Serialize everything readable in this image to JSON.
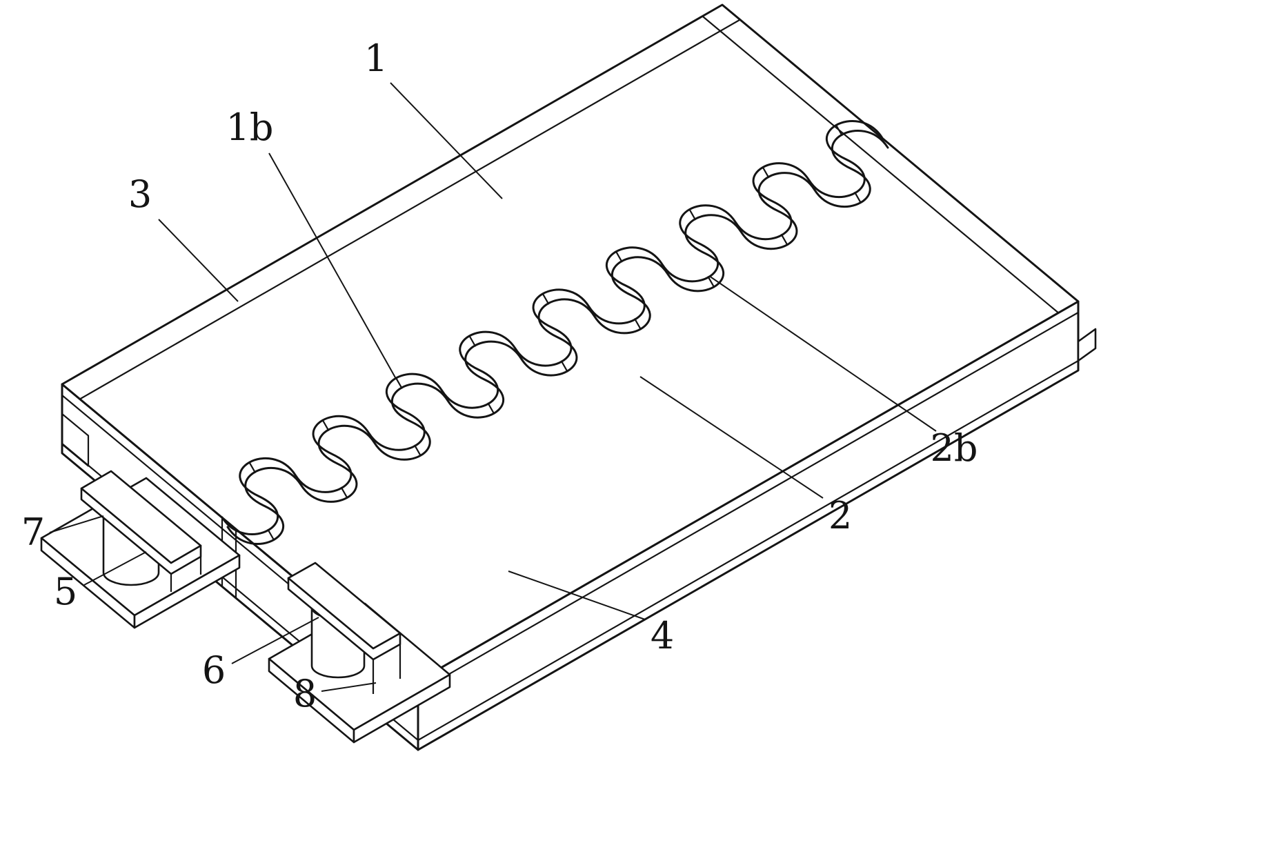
{
  "figure": {
    "background": "#ffffff",
    "line_color": "#141414",
    "labels": [
      {
        "text": "1"
      },
      {
        "text": "1b"
      },
      {
        "text": "3"
      },
      {
        "text": "2b"
      },
      {
        "text": "2"
      },
      {
        "text": "4"
      },
      {
        "text": "7"
      },
      {
        "text": "5"
      },
      {
        "text": "6"
      },
      {
        "text": "8"
      }
    ]
  }
}
